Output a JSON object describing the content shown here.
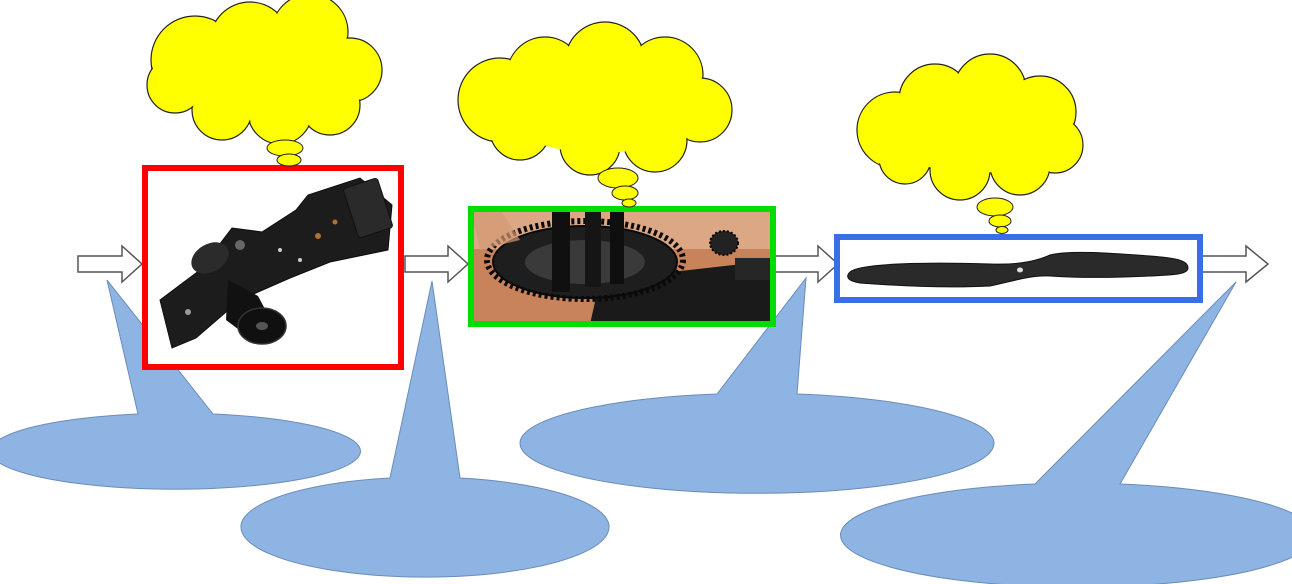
{
  "colors": {
    "thought_fill": "#ffff00",
    "callout_fill": "#8eb4e3",
    "callout_stroke": "#6b8cb8",
    "arrow_fill": "#ffffff",
    "arrow_stroke": "#555555",
    "frame_1": "#ff0000",
    "frame_2": "#00dd00",
    "frame_3": "#3a6ee8",
    "board": "#1a1a1a",
    "gear_bg": "#c9835a",
    "gear": "#202020",
    "propeller": "#2a2a2a"
  },
  "stages": [
    {
      "name": "motor-board",
      "image": "motor-driver-board-image",
      "frame_color_key": "frame_1"
    },
    {
      "name": "gear",
      "image": "gear-assembly-image",
      "frame_color_key": "frame_2"
    },
    {
      "name": "propeller",
      "image": "propeller-image",
      "frame_color_key": "frame_3"
    }
  ],
  "thought_bubbles": [
    {
      "name": "thought-bubble-1",
      "text": ""
    },
    {
      "name": "thought-bubble-2",
      "text": ""
    },
    {
      "name": "thought-bubble-3",
      "text": ""
    }
  ],
  "callouts": [
    {
      "name": "callout-1",
      "text": ""
    },
    {
      "name": "callout-2",
      "text": ""
    },
    {
      "name": "callout-3",
      "text": ""
    },
    {
      "name": "callout-4",
      "text": ""
    }
  ]
}
